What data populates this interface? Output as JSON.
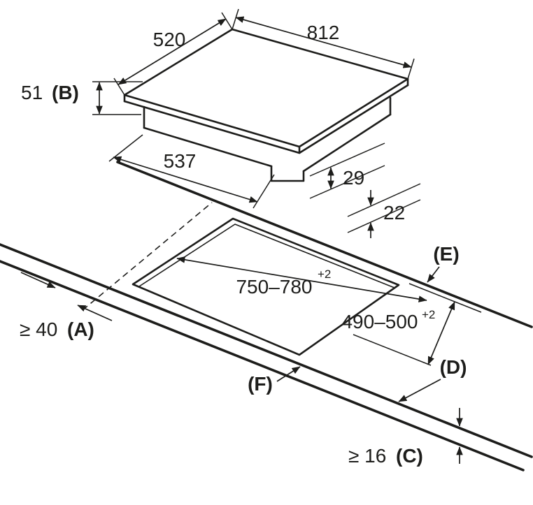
{
  "diagram": {
    "background": "#ffffff",
    "line_color": "#1d1d1b",
    "hob": {
      "width": "812",
      "depth": "520",
      "height": "51",
      "height_ref": "(B)",
      "base_width": "537",
      "clearance_front": "29",
      "clearance_lip": "22"
    },
    "worktop": {
      "cutout_width": "750–780",
      "cutout_width_tol": "+2",
      "cutout_depth": "490–500",
      "cutout_depth_tol": "+2",
      "side_clearance": "≥ 40",
      "side_clearance_ref": "(A)",
      "thickness": "≥ 16",
      "thickness_ref": "(C)",
      "ref_d": "(D)",
      "ref_e": "(E)",
      "ref_f": "(F)"
    }
  }
}
